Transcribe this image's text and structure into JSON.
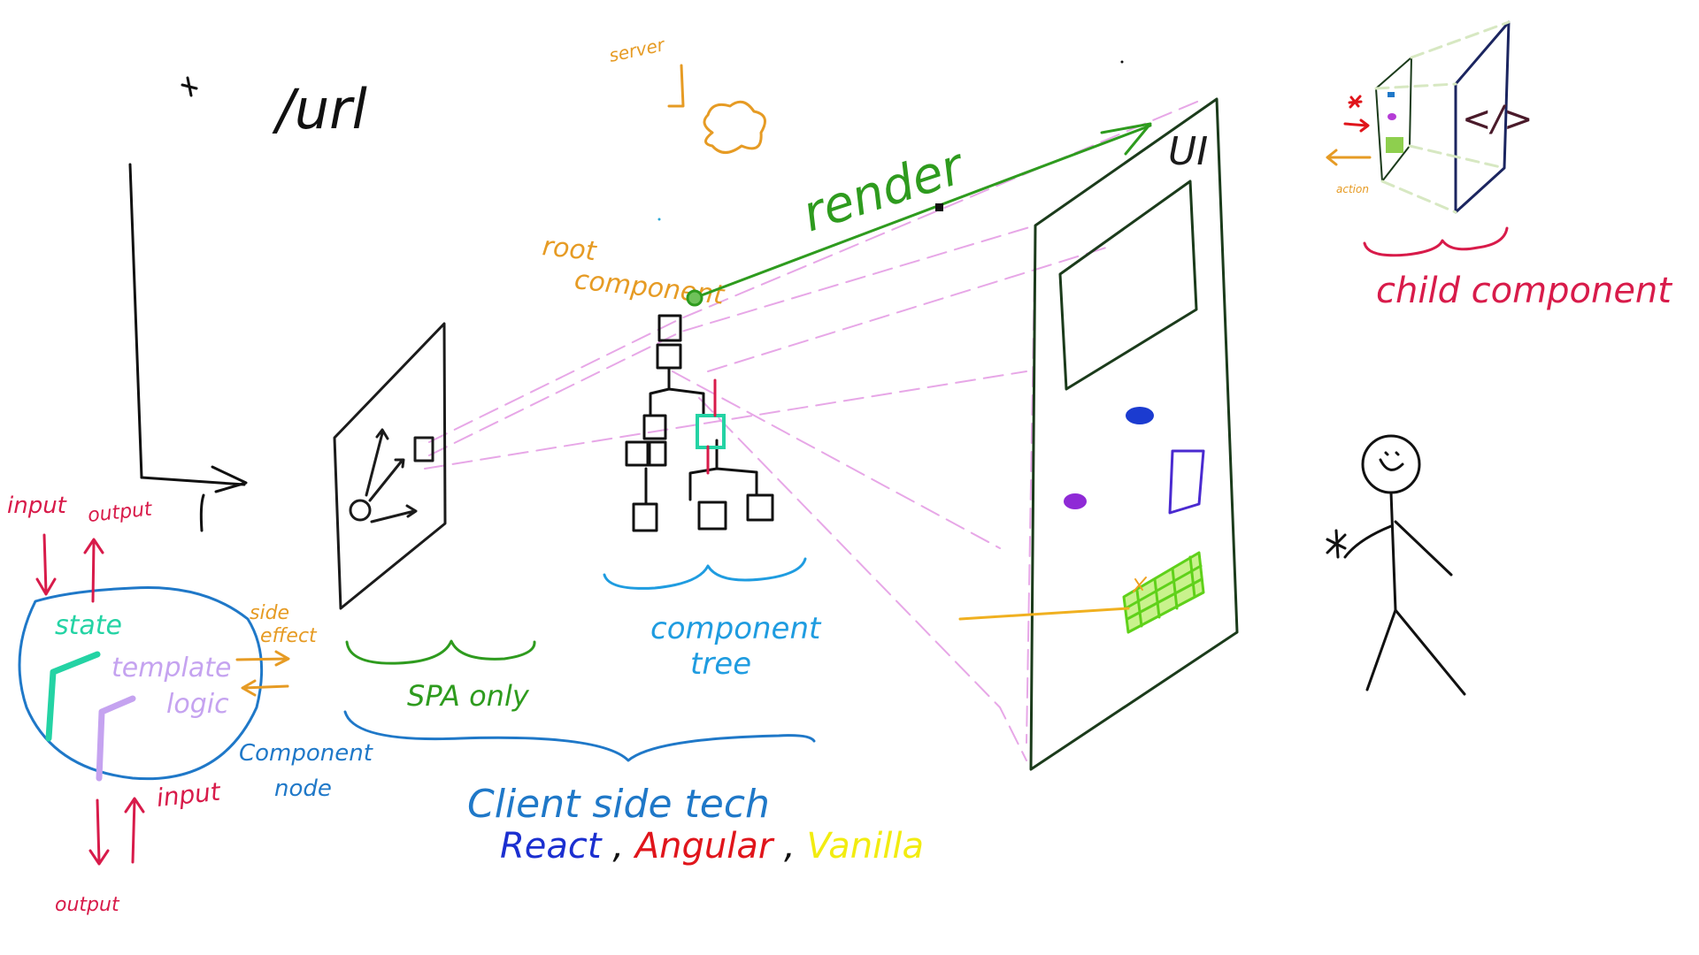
{
  "labels": {
    "url": "/url",
    "server": "server",
    "root_component": [
      "root",
      "component"
    ],
    "render": "render",
    "ui": "UI",
    "child_component": "child component",
    "child_code": "</>",
    "child_action": "action",
    "input_top": "input",
    "output_top": "output",
    "state": "state",
    "side_effect": [
      "side",
      "effect"
    ],
    "template": "template",
    "logic": "logic",
    "component_node": [
      "Component",
      "node"
    ],
    "input_bottom": "input",
    "output_bottom": "output",
    "spa_only": "SPA only",
    "component_tree": [
      "component",
      "tree"
    ],
    "client_side_tech": "Client side tech",
    "react": "React",
    "angular": "Angular",
    "vanilla": "Vanilla",
    "comma": ","
  },
  "colors": {
    "ink": "#111111",
    "green": "#2e9b1e",
    "orange": "#e69b24",
    "crimson": "#d81b4a",
    "blue": "#1f78c8",
    "purple": "#b48ee6",
    "teal": "#24d3a4",
    "pink": "#e7a7e7",
    "react_blue": "#1b2fd0",
    "angular_red": "#e0151b",
    "vanilla_yellow": "#f2ec10",
    "grid_green": "#5fd11a"
  }
}
